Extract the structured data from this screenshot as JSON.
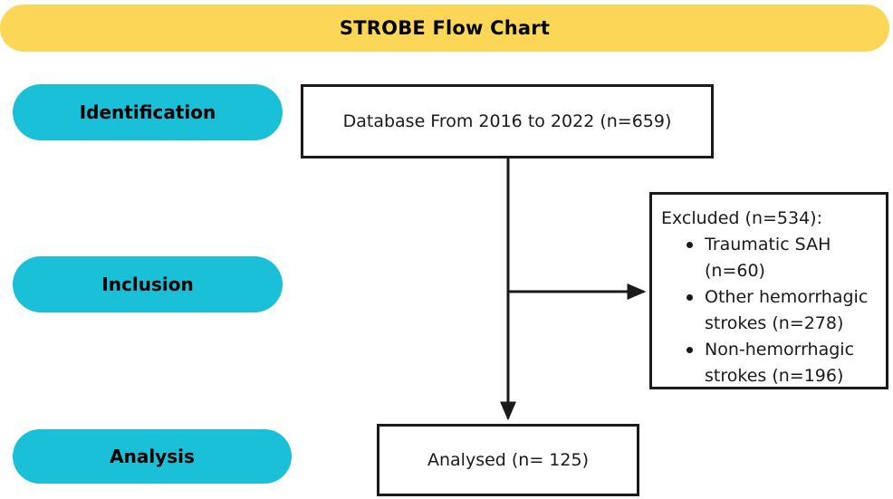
{
  "title": {
    "text": "STROBE Flow Chart",
    "banner_color": "#FCD757"
  },
  "stages": [
    {
      "label": "Identification",
      "color": "#1AC0D8"
    },
    {
      "label": "Inclusion",
      "color": "#1AC0D8"
    },
    {
      "label": "Analysis",
      "color": "#1AC0D8"
    }
  ],
  "boxes": {
    "database": {
      "text": "Database From 2016 to 2022 (n=659)"
    },
    "excluded": {
      "heading": "Excluded (n=534):",
      "items": [
        "Traumatic SAH (n=60)",
        "Other hemorrhagic strokes (n=278)",
        "Non-hemorrhagic strokes (n=196)"
      ]
    },
    "analysed": {
      "text": "Analysed (n= 125)"
    }
  },
  "chart_data": {
    "type": "diagram",
    "title": "STROBE Flow Chart",
    "stages": [
      "Identification",
      "Inclusion",
      "Analysis"
    ],
    "nodes": [
      {
        "id": "database",
        "stage": "Identification",
        "label": "Database From 2016 to 2022 (n=659)",
        "n": 659
      },
      {
        "id": "excluded",
        "stage": "Inclusion",
        "label": "Excluded (n=534):",
        "n": 534,
        "children": [
          {
            "label": "Traumatic SAH (n=60)",
            "n": 60
          },
          {
            "label": "Other hemorrhagic strokes (n=278)",
            "n": 278
          },
          {
            "label": "Non-hemorrhagic strokes (n=196)",
            "n": 196
          }
        ]
      },
      {
        "id": "analysed",
        "stage": "Analysis",
        "label": "Analysed (n= 125)",
        "n": 125
      }
    ],
    "edges": [
      {
        "from": "database",
        "to": "excluded",
        "type": "branch-right"
      },
      {
        "from": "database",
        "to": "analysed",
        "type": "down"
      }
    ]
  }
}
